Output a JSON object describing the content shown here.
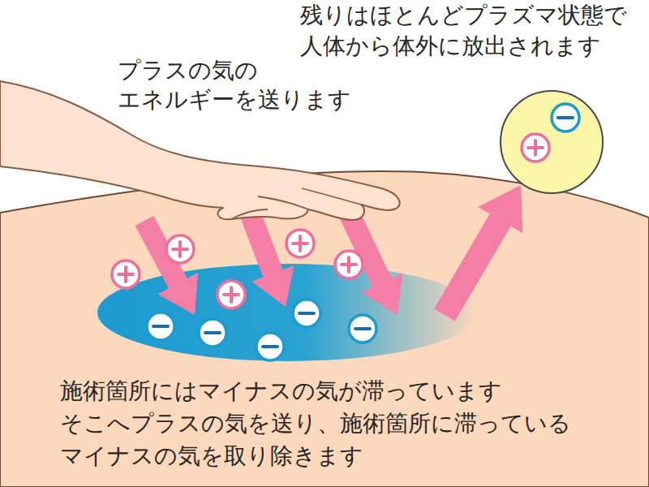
{
  "diagram": {
    "labels": [
      "残りはほとんどプラズマ状態で 人体から体外に放出されます",
      "プラスの気の エネルギーを送ります",
      "施術箇所にはマイナスの気が滞っています そこへプラスの気を送り、施術箇所に滞っている マイナスの気を取り除きます"
    ]
  }
}
